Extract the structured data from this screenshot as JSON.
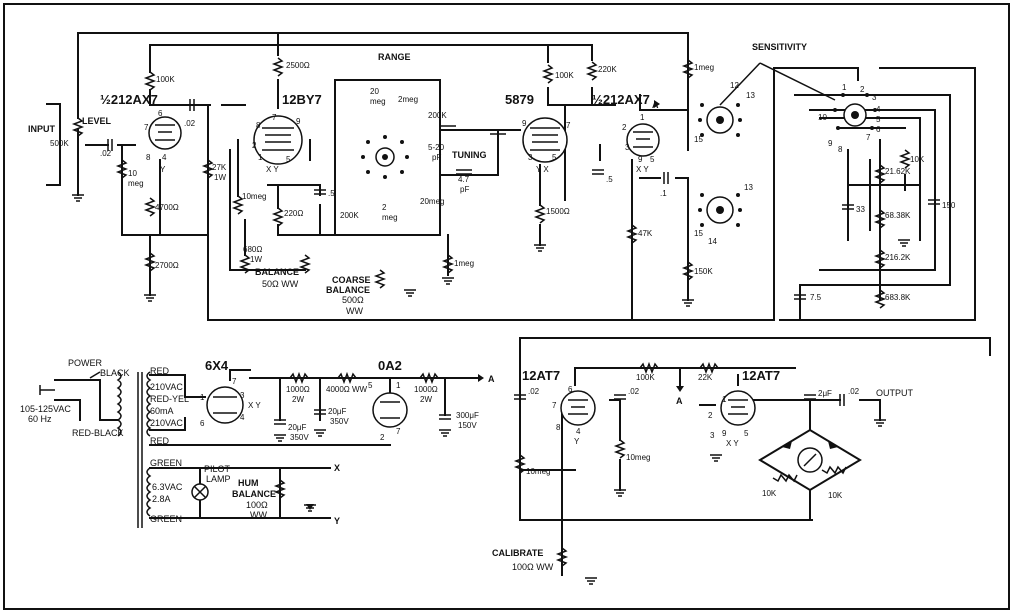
{
  "tubes": {
    "v1": "½212AX7",
    "v2": "12BY7",
    "v3": "5879",
    "v4": "½212AX7",
    "rect": "6X4",
    "reg": "0A2",
    "v5": "12AT7",
    "v6": "12AT7"
  },
  "labels": {
    "input": "INPUT",
    "level": "LEVEL",
    "range": "RANGE",
    "tuning": "TUNING",
    "sensitivity": "SENSITIVITY",
    "balance": "BALANCE",
    "balance_val": "50Ω  WW",
    "coarse": "COARSE",
    "coarse2": "BALANCE",
    "coarse_val": "500Ω",
    "coarse_ww": "WW",
    "power": "POWER",
    "black": "BLACK",
    "red_black": "RED-BLACK",
    "mains": "105-125VAC",
    "mains_hz": "60 Hz",
    "red1": "RED",
    "vac210a": "210VAC",
    "red_yel": "RED-YEL",
    "ma60": "60mA",
    "vac210b": "210VAC",
    "red2": "RED",
    "green1": "GREEN",
    "vac63": "6.3VAC",
    "a28": "2.8A",
    "green2": "GREEN",
    "pilot": "PILOT",
    "lamp": "LAMP",
    "hum": "HUM",
    "hum2": "BALANCE",
    "hum_val": "100Ω",
    "hum_ww": "WW",
    "x": "X",
    "y": "Y",
    "a": "A",
    "output": "OUTPUT",
    "calibrate": "CALIBRATE",
    "cal_val": "100Ω  WW"
  },
  "components": {
    "r100k_a": "100K",
    "c02_a": ".02",
    "r500k": "500K",
    "c02_in": ".02",
    "r10meg_a": "10",
    "r10meg_a2": "meg",
    "r4700": "4700Ω",
    "r2700": "2700Ω",
    "r27k": "27K",
    "r27k_w": "1W",
    "r2500": "2500Ω",
    "r10meg_b": "10meg",
    "r220": "220Ω",
    "c5_a": ".5",
    "r680": "680Ω",
    "r680_w": "1W",
    "r20meg_a": "20",
    "r20meg_a2": "meg",
    "r2meg_a": "2meg",
    "r200k_a": "200K",
    "r200k_b": "200K",
    "r2meg_b": "2",
    "r2meg_b2": "meg",
    "r20meg_b": "20meg",
    "c520": "5-20",
    "c520_pf": "pF",
    "c47": "4.7",
    "c47_pf": "pF",
    "r1meg_a": "1meg",
    "r100k_b": "100K",
    "r220k": "220K",
    "r1500": "1500Ω",
    "c5_b": ".5",
    "r1meg_b": "1meg",
    "c1": ".1",
    "r47k": "47K",
    "r150k": "150K",
    "r10k_a": "10K",
    "r21_62k": "21.62K",
    "c33": "33",
    "c150": "150",
    "r68_38k": "68.38K",
    "r216_2k": "216.2K",
    "c75": "7.5",
    "r683_8k": "683.8K",
    "r1000_a": "1000Ω",
    "r1000_a_w": "2W",
    "r4000": "4000Ω  WW",
    "r1000_b": "1000Ω",
    "r1000_b_w": "2W",
    "c20_a": "20μF",
    "c20_a_v": "350V",
    "c20_b": "20μF",
    "c20_b_v": "350V",
    "c300": "300μF",
    "c300_v": "150V",
    "c02_b": ".02",
    "c02_c": ".02",
    "r100k_c": "100K",
    "r22k": "22K",
    "r10meg_c": "10meg",
    "r10meg_d": "10meg",
    "c2uf": "2μF",
    "c02_d": ".02",
    "r10k_b": "10K",
    "r10k_c": "10K"
  },
  "pins": {
    "p7": "7",
    "p6": "6",
    "p8": "8",
    "p4": "4",
    "p1": "1",
    "p2": "2",
    "p3": "3",
    "p5": "5",
    "p9": "9",
    "p10": "10",
    "p12": "12",
    "p13": "13",
    "p14": "14",
    "p15": "15",
    "xy": "X Y",
    "yx": "Y X",
    "ty": "Y"
  }
}
